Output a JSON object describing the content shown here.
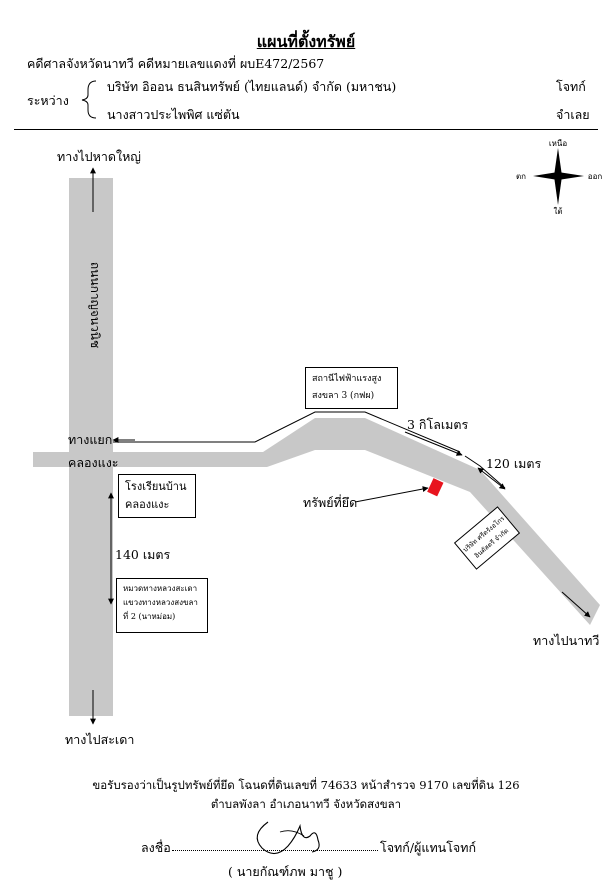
{
  "header": {
    "title": "แผนที่ตั้งทรัพย์",
    "case_line": "คดีศาลจังหวัดนาทวี  คดีหมายเลขแดงที่  ผบE472/2567",
    "between_label": "ระหว่าง",
    "party1": "บริษัท อิออน ธนสินทรัพย์ (ไทยแลนด์) จำกัด (มหาชน)",
    "party1_role": "โจทก์",
    "party2": "นางสาวประไพพิศ แซ่ตัน",
    "party2_role": "จำเลย"
  },
  "compass": {
    "north": "เหนือ",
    "south": "ใต้",
    "east": "ออก",
    "west": "ตก"
  },
  "map": {
    "road_vertical_name": "ถนนกาญจนวนิช",
    "to_hatyai": "ทางไปหาดใหญ่",
    "to_sadao": "ทางไปสะเดา",
    "to_nathawi": "ทางไปนาทวี",
    "junction_line1": "ทางแยก",
    "junction_line2": "คลองแงะ",
    "school_line1": "โรงเรียนบ้าน",
    "school_line2": "คลองแงะ",
    "distance_140": "140 เมตร",
    "district_office_line1": "หมวดทางหลวงสะเดา",
    "district_office_line2": "แขวงทางหลวงสงขลา",
    "district_office_line3": "ที่ 2 (นาหม่อม)",
    "substation_line1": "สถานีไฟฟ้าแรงสูง",
    "substation_line2": "สงขลา 3 (กฟผ)",
    "distance_3km": "3 กิโลเมตร",
    "distance_120": "120 เมตร",
    "seized_property": "ทรัพย์ที่ยึด",
    "company_line1": "บริษัท ศรีตรังอโกร",
    "company_line2": "อินดัสตรี จำกัด",
    "property_color": "#e8141e",
    "road_color": "#c8c8c8"
  },
  "footer": {
    "certify_line1": "ขอรับรองว่าเป็นรูปทรัพย์ที่ยึด โฉนดที่ดินเลขที่ 74633 หน้าสำรวจ 9170 เลขที่ดิน 126",
    "certify_line2": "ตำบลพังลา อำเภอนาทวี จังหวัดสงขลา",
    "sign_prefix": "ลงชื่อ",
    "sign_suffix": "โจทก์/ผู้แทนโจทก์",
    "signer_name": "( นายกัณฑ์ภพ  มาชู )"
  }
}
